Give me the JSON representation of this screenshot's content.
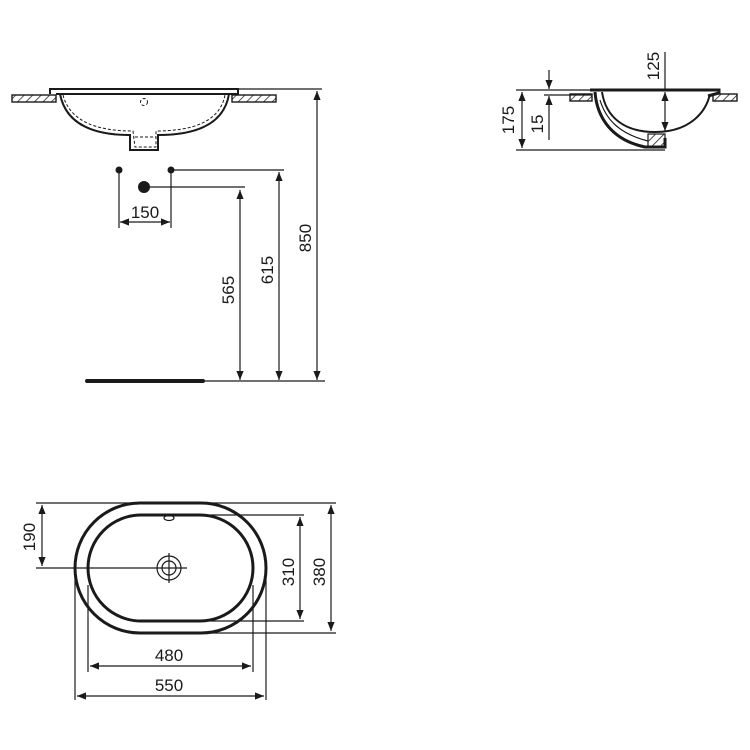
{
  "drawing": {
    "title": "Oval under-countertop washbasin technical drawing",
    "line_color": "#1a1a1a",
    "background": "#ffffff"
  },
  "front_elevation": {
    "dimensions": {
      "tap_spacing": "150",
      "waste_height": "565",
      "supply_height": "615",
      "rim_height": "850"
    }
  },
  "side_section": {
    "dimensions": {
      "overall_depth": "175",
      "rim_thickness": "15",
      "bowl_depth": "125"
    }
  },
  "plan_view": {
    "dimensions": {
      "waste_offset": "190",
      "inner_width": "310",
      "outer_width": "380",
      "inner_length": "480",
      "outer_length": "550"
    }
  }
}
